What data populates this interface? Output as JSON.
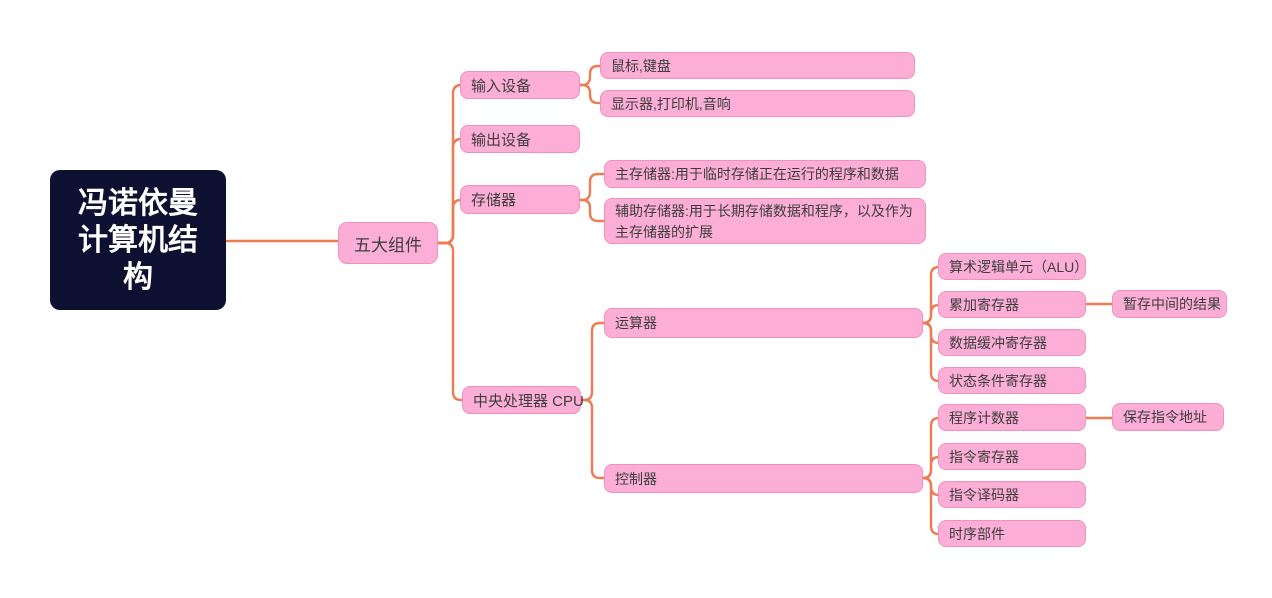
{
  "palette": {
    "canvas_bg": "#ffffff",
    "node_fill": "#fcaed6",
    "node_border": "#f18fc0",
    "root_fill": "#0e1031",
    "root_text": "#ffffff",
    "connector": "#ee7b52",
    "node_text": "#3d3d3d"
  },
  "mindmap": {
    "root": {
      "label": "冯诺依曼计算机结构",
      "children": [
        {
          "label": "五大组件",
          "children": [
            {
              "label": "输入设备",
              "children": [
                {
                  "label": "鼠标,键盘"
                },
                {
                  "label": "显示器,打印机,音响"
                }
              ]
            },
            {
              "label": "输出设备",
              "children": []
            },
            {
              "label": "存储器",
              "children": [
                {
                  "label": "主存储器:用于临时存储正在运行的程序和数据"
                },
                {
                  "label": "辅助存储器:用于长期存储数据和程序，以及作为主存储器的扩展"
                }
              ]
            },
            {
              "label": "中央处理器 CPU",
              "children": [
                {
                  "label": "运算器",
                  "children": [
                    {
                      "label": "算术逻辑单元（ALU）"
                    },
                    {
                      "label": "累加寄存器",
                      "children": [
                        {
                          "label": "暂存中间的结果"
                        }
                      ]
                    },
                    {
                      "label": "数据缓冲寄存器"
                    },
                    {
                      "label": "状态条件寄存器"
                    }
                  ]
                },
                {
                  "label": "控制器",
                  "children": [
                    {
                      "label": "程序计数器",
                      "children": [
                        {
                          "label": "保存指令地址"
                        }
                      ]
                    },
                    {
                      "label": "指令寄存器"
                    },
                    {
                      "label": "指令译码器"
                    },
                    {
                      "label": "时序部件"
                    }
                  ]
                }
              ]
            }
          ]
        }
      ]
    }
  }
}
